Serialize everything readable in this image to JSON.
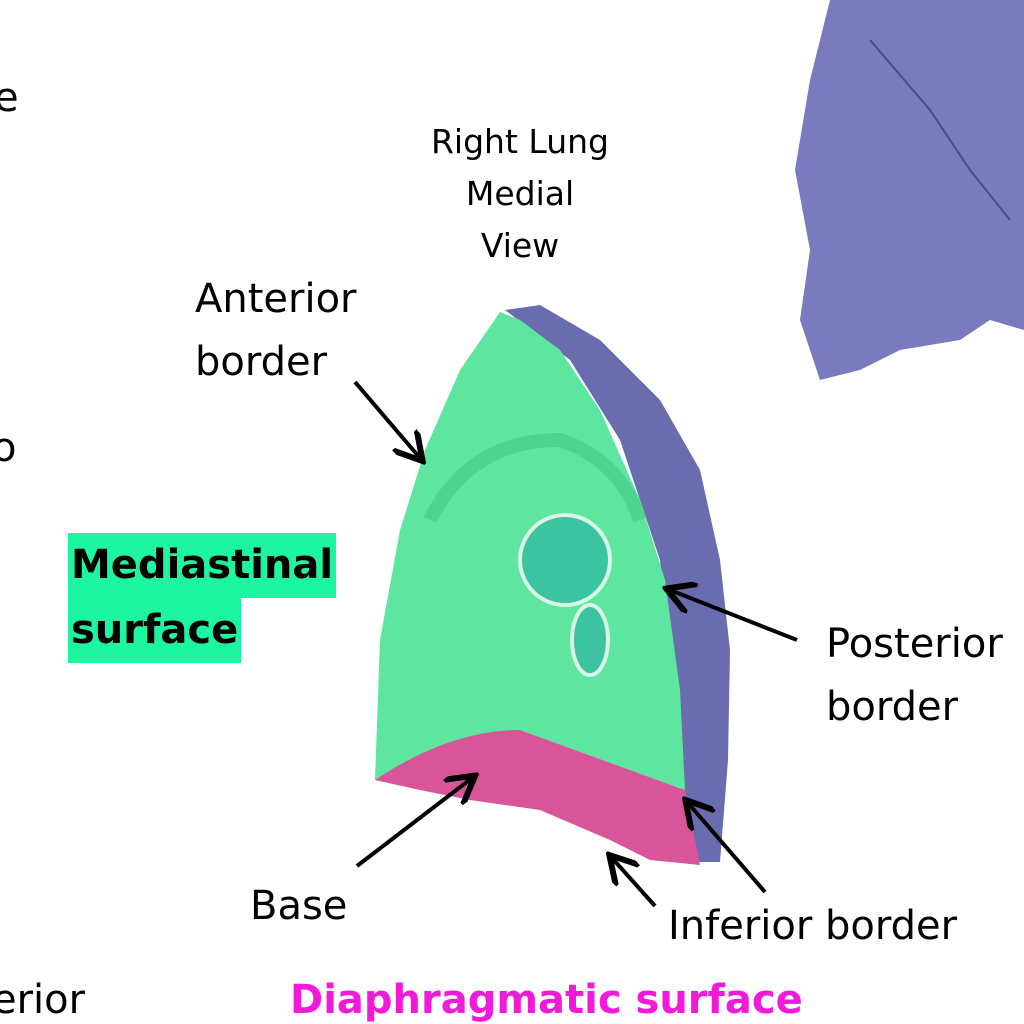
{
  "title": [
    "Right Lung",
    "Medial",
    "View"
  ],
  "labels": {
    "anterior_border": [
      "Anterior",
      "border"
    ],
    "posterior_border": [
      "Posterior",
      "border"
    ],
    "base": "Base",
    "inferior_border": "Inferior border",
    "mediastinal_surface": [
      "Mediastinal",
      "surface"
    ],
    "diaphragmatic_surface": "Diaphragmatic surface"
  },
  "cropped_text": {
    "left_top": "e",
    "left_middle": "o",
    "left_bottom": "erior"
  },
  "colors": {
    "mediastinal": "#5ee6a0",
    "mediastinal_highlight": "#1ef5a0",
    "diaphragmatic": "#d9559a",
    "diaphragmatic_label": "#f01ad8",
    "posterior": "#6a6cb0"
  }
}
